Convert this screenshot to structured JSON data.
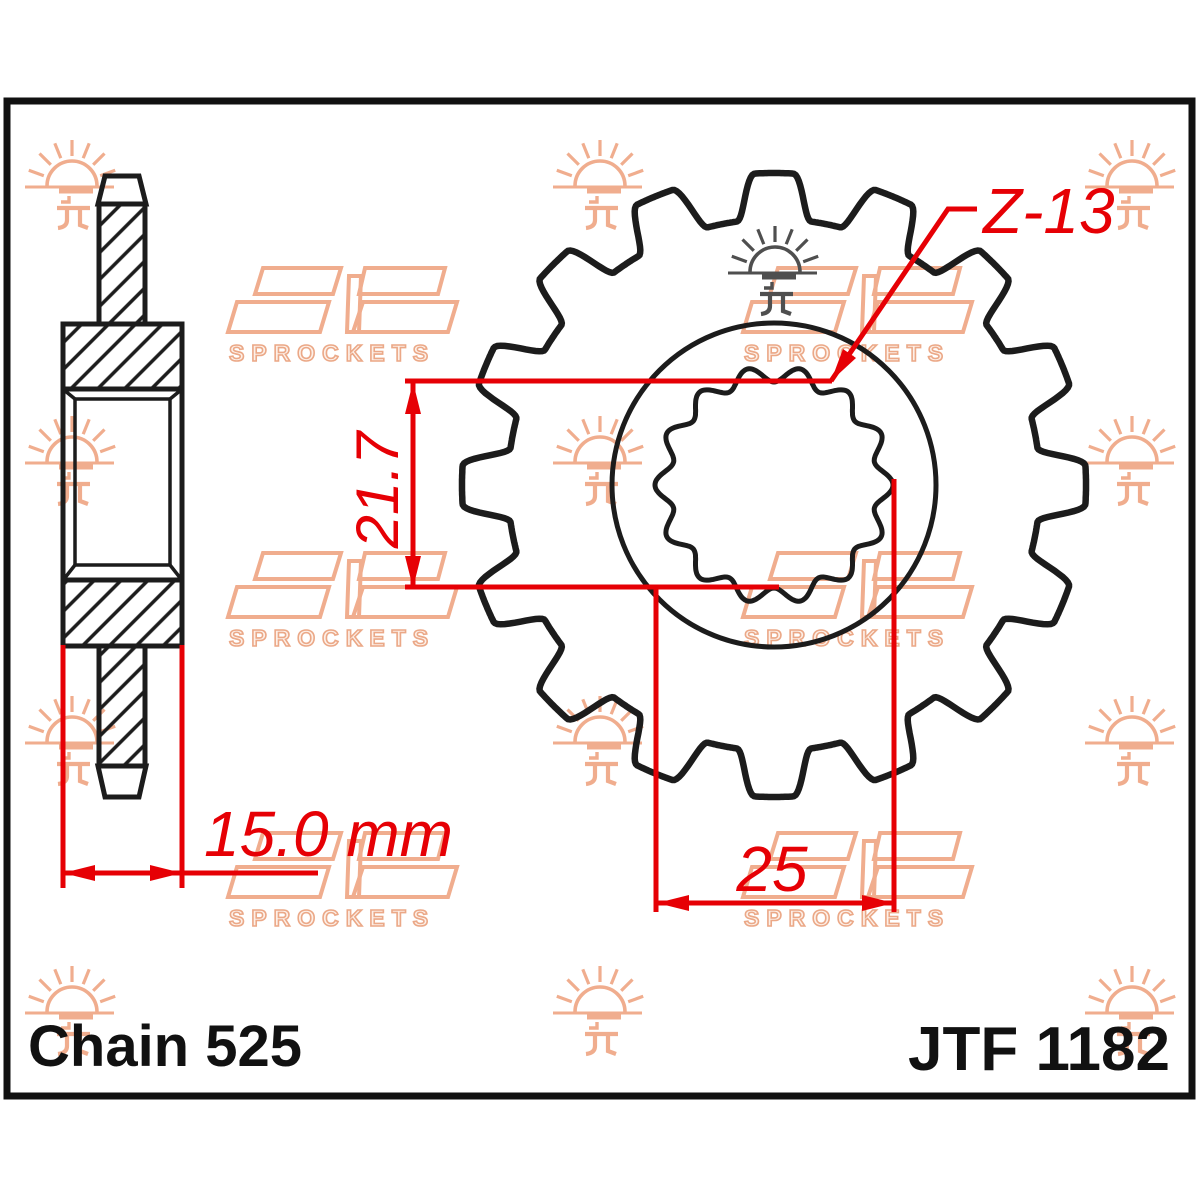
{
  "product": {
    "part_number": "JTF 1182",
    "chain_label": "Chain 525",
    "teeth_label": "Z-13"
  },
  "dimensions": {
    "bore_across_flats": "21.7",
    "bore_major_diameter": "25",
    "hub_width": "15.0 mm"
  },
  "watermark": {
    "brand_text": "SPROCKETS",
    "jt_mark": "jt"
  },
  "colors": {
    "dimension_red": "#e60005",
    "line_black": "#1c1c1c",
    "watermark_peach": "#f0ad8e",
    "engraving_gray": "#4f4f4f",
    "background": "#ffffff"
  }
}
